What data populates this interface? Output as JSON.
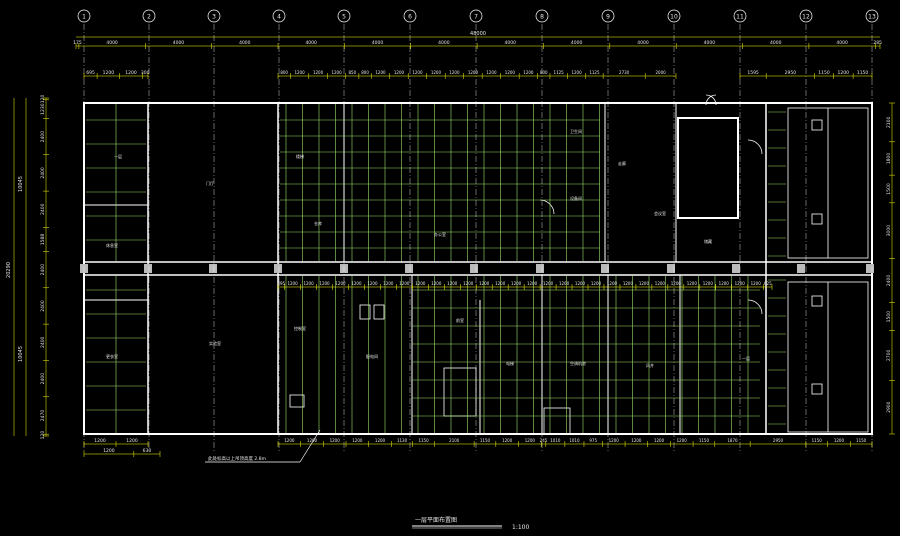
{
  "axes_top": [
    "1",
    "2",
    "3",
    "4",
    "5",
    "6",
    "7",
    "8",
    "9",
    "10",
    "11",
    "12",
    "13"
  ],
  "overall_width": "48000",
  "overall_height": "20290",
  "half_heights": [
    "10045",
    "10045"
  ],
  "top_bays": [
    "175",
    "4000",
    "4000",
    "4000",
    "4000",
    "4000",
    "4000",
    "4000",
    "4000",
    "4000",
    "4000",
    "4000",
    "4000",
    "285"
  ],
  "top_sub_left": [
    "695",
    "1200",
    "1200",
    "300"
  ],
  "top_sub_mid": [
    "800",
    "1200",
    "1200",
    "1200",
    "850",
    "800",
    "1200",
    "1200",
    "1200",
    "1200",
    "1200",
    "1200",
    "1200",
    "1200",
    "1200",
    "800",
    "1125",
    "1200",
    "1125",
    "2730",
    "2000"
  ],
  "top_sub_right": [
    "1595",
    "2950",
    "1150",
    "1200",
    "1150"
  ],
  "left_dims": [
    "120",
    "1230",
    "2400",
    "2400",
    "2400",
    "1588",
    "2400",
    "2400",
    "2400",
    "2400",
    "2470",
    "120"
  ],
  "right_dims": [
    "2100",
    "1800",
    "1500",
    "3000",
    "2400",
    "1500",
    "2700",
    "2900"
  ],
  "mid_band": [
    "495",
    "1200",
    "1200",
    "1200",
    "1200",
    "1200",
    "1200",
    "1200",
    "1200",
    "1200",
    "1200",
    "1200",
    "1200",
    "1200",
    "1200",
    "1200",
    "1200",
    "1200",
    "1200",
    "1200",
    "1200",
    "1200",
    "1200",
    "1200",
    "1200",
    "1200",
    "1200",
    "1200",
    "1200",
    "1200",
    "1200",
    "625"
  ],
  "bottom_dims": [
    "1200",
    "1200",
    "1200",
    "1200",
    "1200",
    "1130",
    "1150",
    "2100",
    "1150",
    "1200",
    "1200",
    "245",
    "1010",
    "1010",
    "975",
    "1200",
    "1200",
    "1200",
    "1200",
    "1150",
    "1870",
    "2950",
    "1150",
    "1200",
    "1150"
  ],
  "bottom_sub_left": [
    "1200",
    "630"
  ],
  "bottom_sub_left_upper": [
    "1200",
    "1200"
  ],
  "room_labels": [
    "一层",
    "门厅",
    "楼梯",
    "仓库",
    "办公室",
    "卫生间",
    "设备间",
    "走廊",
    "会议室",
    "储藏",
    "休息室",
    "更衣室",
    "实验室",
    "控制室",
    "配电间",
    "前室",
    "电梯",
    "空调机房",
    "风井"
  ],
  "note": "此处标高以上吊顶高度 2.8m",
  "drawing_title": "一层平面布置图",
  "scale": "1:100",
  "colors": {
    "background": "#000000",
    "wall": "#ffffff",
    "grid": "#9be36a",
    "dimension": "#ffff00",
    "text": "#e6e6e6"
  }
}
